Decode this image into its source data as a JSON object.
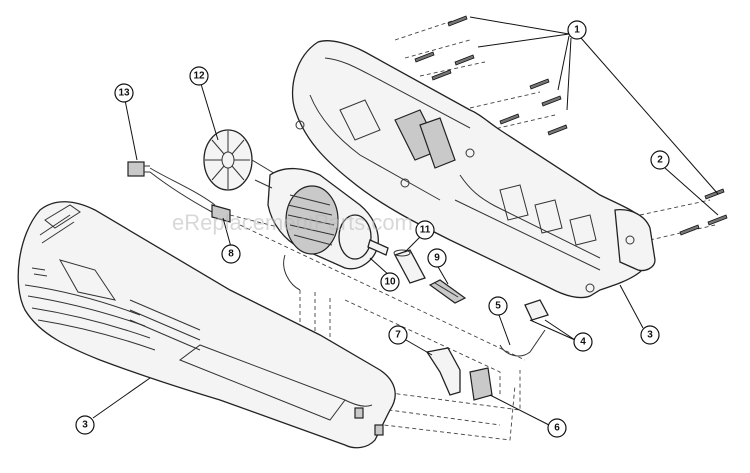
{
  "watermark": "eReplacementParts.com",
  "callouts": [
    {
      "label": "1"
    },
    {
      "label": "2"
    },
    {
      "label": "3"
    },
    {
      "label": "3"
    },
    {
      "label": "4"
    },
    {
      "label": "5"
    },
    {
      "label": "6"
    },
    {
      "label": "7"
    },
    {
      "label": "8"
    },
    {
      "label": "9"
    },
    {
      "label": "10"
    },
    {
      "label": "11"
    },
    {
      "label": "12"
    },
    {
      "label": "13"
    }
  ]
}
